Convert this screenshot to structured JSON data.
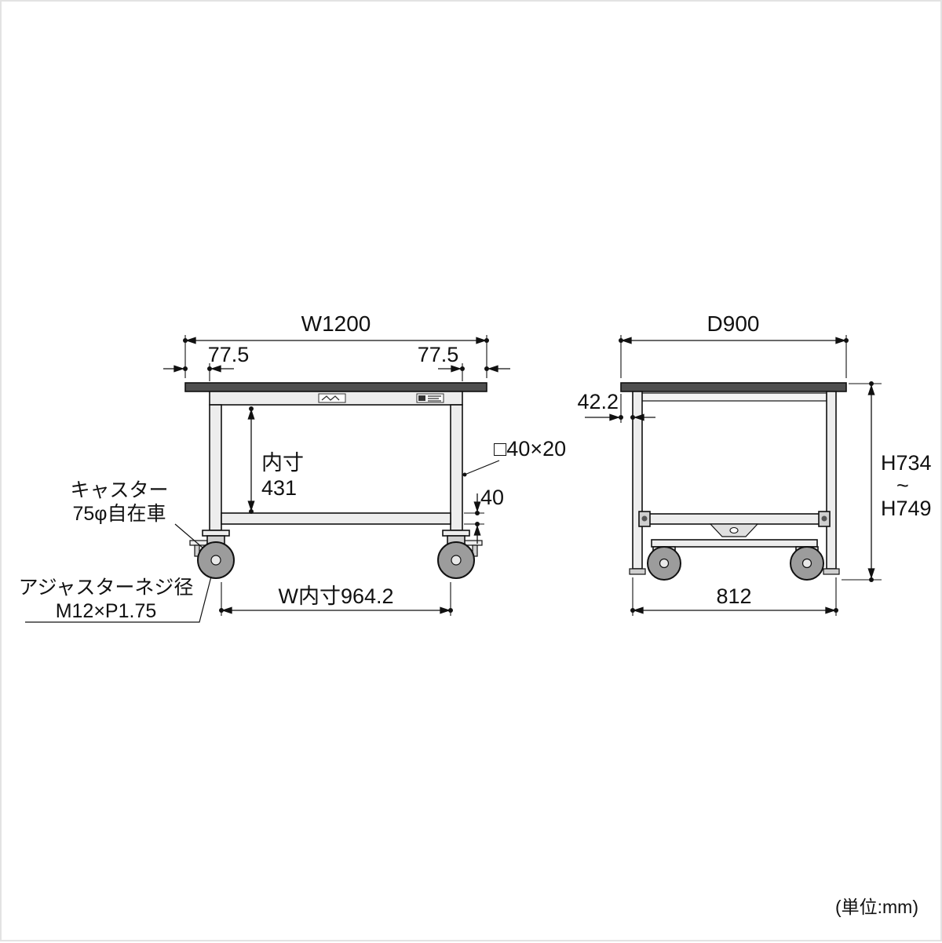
{
  "drawing": {
    "unit_note": "(単位:mm)",
    "colors": {
      "line": "#111111",
      "tabletop_fill": "#4f4f4f",
      "frame_fill": "#ededed",
      "wheel_fill": "#9c9c9c"
    },
    "front_view": {
      "dim_width_total": "W1200",
      "dim_overhang_left": "77.5",
      "dim_overhang_right": "77.5",
      "dim_inner_height_label": "内寸",
      "dim_inner_height_value": "431",
      "label_tube_size": "□40×20",
      "dim_bar_height": "40",
      "dim_inner_width": "W内寸964.2",
      "label_caster_line1": "キャスター",
      "label_caster_line2": "75φ自在車",
      "label_adjuster_line1": "アジャスターネジ径",
      "label_adjuster_line2": "M12×P1.75"
    },
    "side_view": {
      "dim_depth_total": "D900",
      "dim_top_overhang": "42.2",
      "dim_height_min": "H734",
      "dim_height_tilde": "~",
      "dim_height_max": "H749",
      "dim_leg_span": "812"
    }
  }
}
